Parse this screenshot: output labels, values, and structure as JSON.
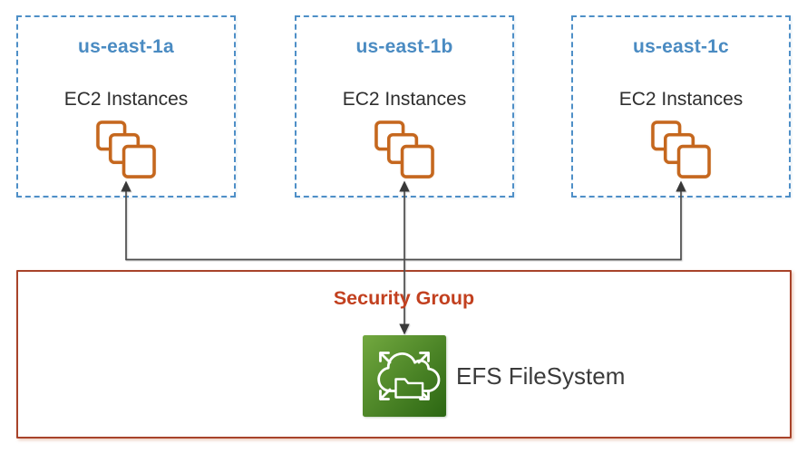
{
  "availability_zones": [
    {
      "name": "us-east-1a",
      "label": "EC2 Instances",
      "icon": "ec2-instances-icon"
    },
    {
      "name": "us-east-1b",
      "label": "EC2 Instances",
      "icon": "ec2-instances-icon"
    },
    {
      "name": "us-east-1c",
      "label": "EC2 Instances",
      "icon": "ec2-instances-icon"
    }
  ],
  "security_group": {
    "label": "Security Group",
    "efs": {
      "label": "EFS FileSystem",
      "icon": "efs-filesystem-icon"
    }
  },
  "connections": [
    {
      "from": "efs-filesystem",
      "to": "us-east-1a",
      "arrow": "up"
    },
    {
      "from": "efs-filesystem",
      "to": "us-east-1b",
      "arrow": "both"
    },
    {
      "from": "efs-filesystem",
      "to": "us-east-1c",
      "arrow": "up"
    }
  ],
  "colors": {
    "background": "#ffffff",
    "az_blue": "#4a8bc2",
    "az_border_blue": "#4e8fc7",
    "ec2_orange": "#c5671e",
    "sg_red": "#c2401f",
    "sg_border": "#a8432a",
    "efs_green_light": "#72a83f",
    "efs_green_dark": "#2b6612",
    "connector_gray": "#4d4d4d",
    "arrowhead_dark": "#383838",
    "text_dark": "#2e2e2e"
  }
}
